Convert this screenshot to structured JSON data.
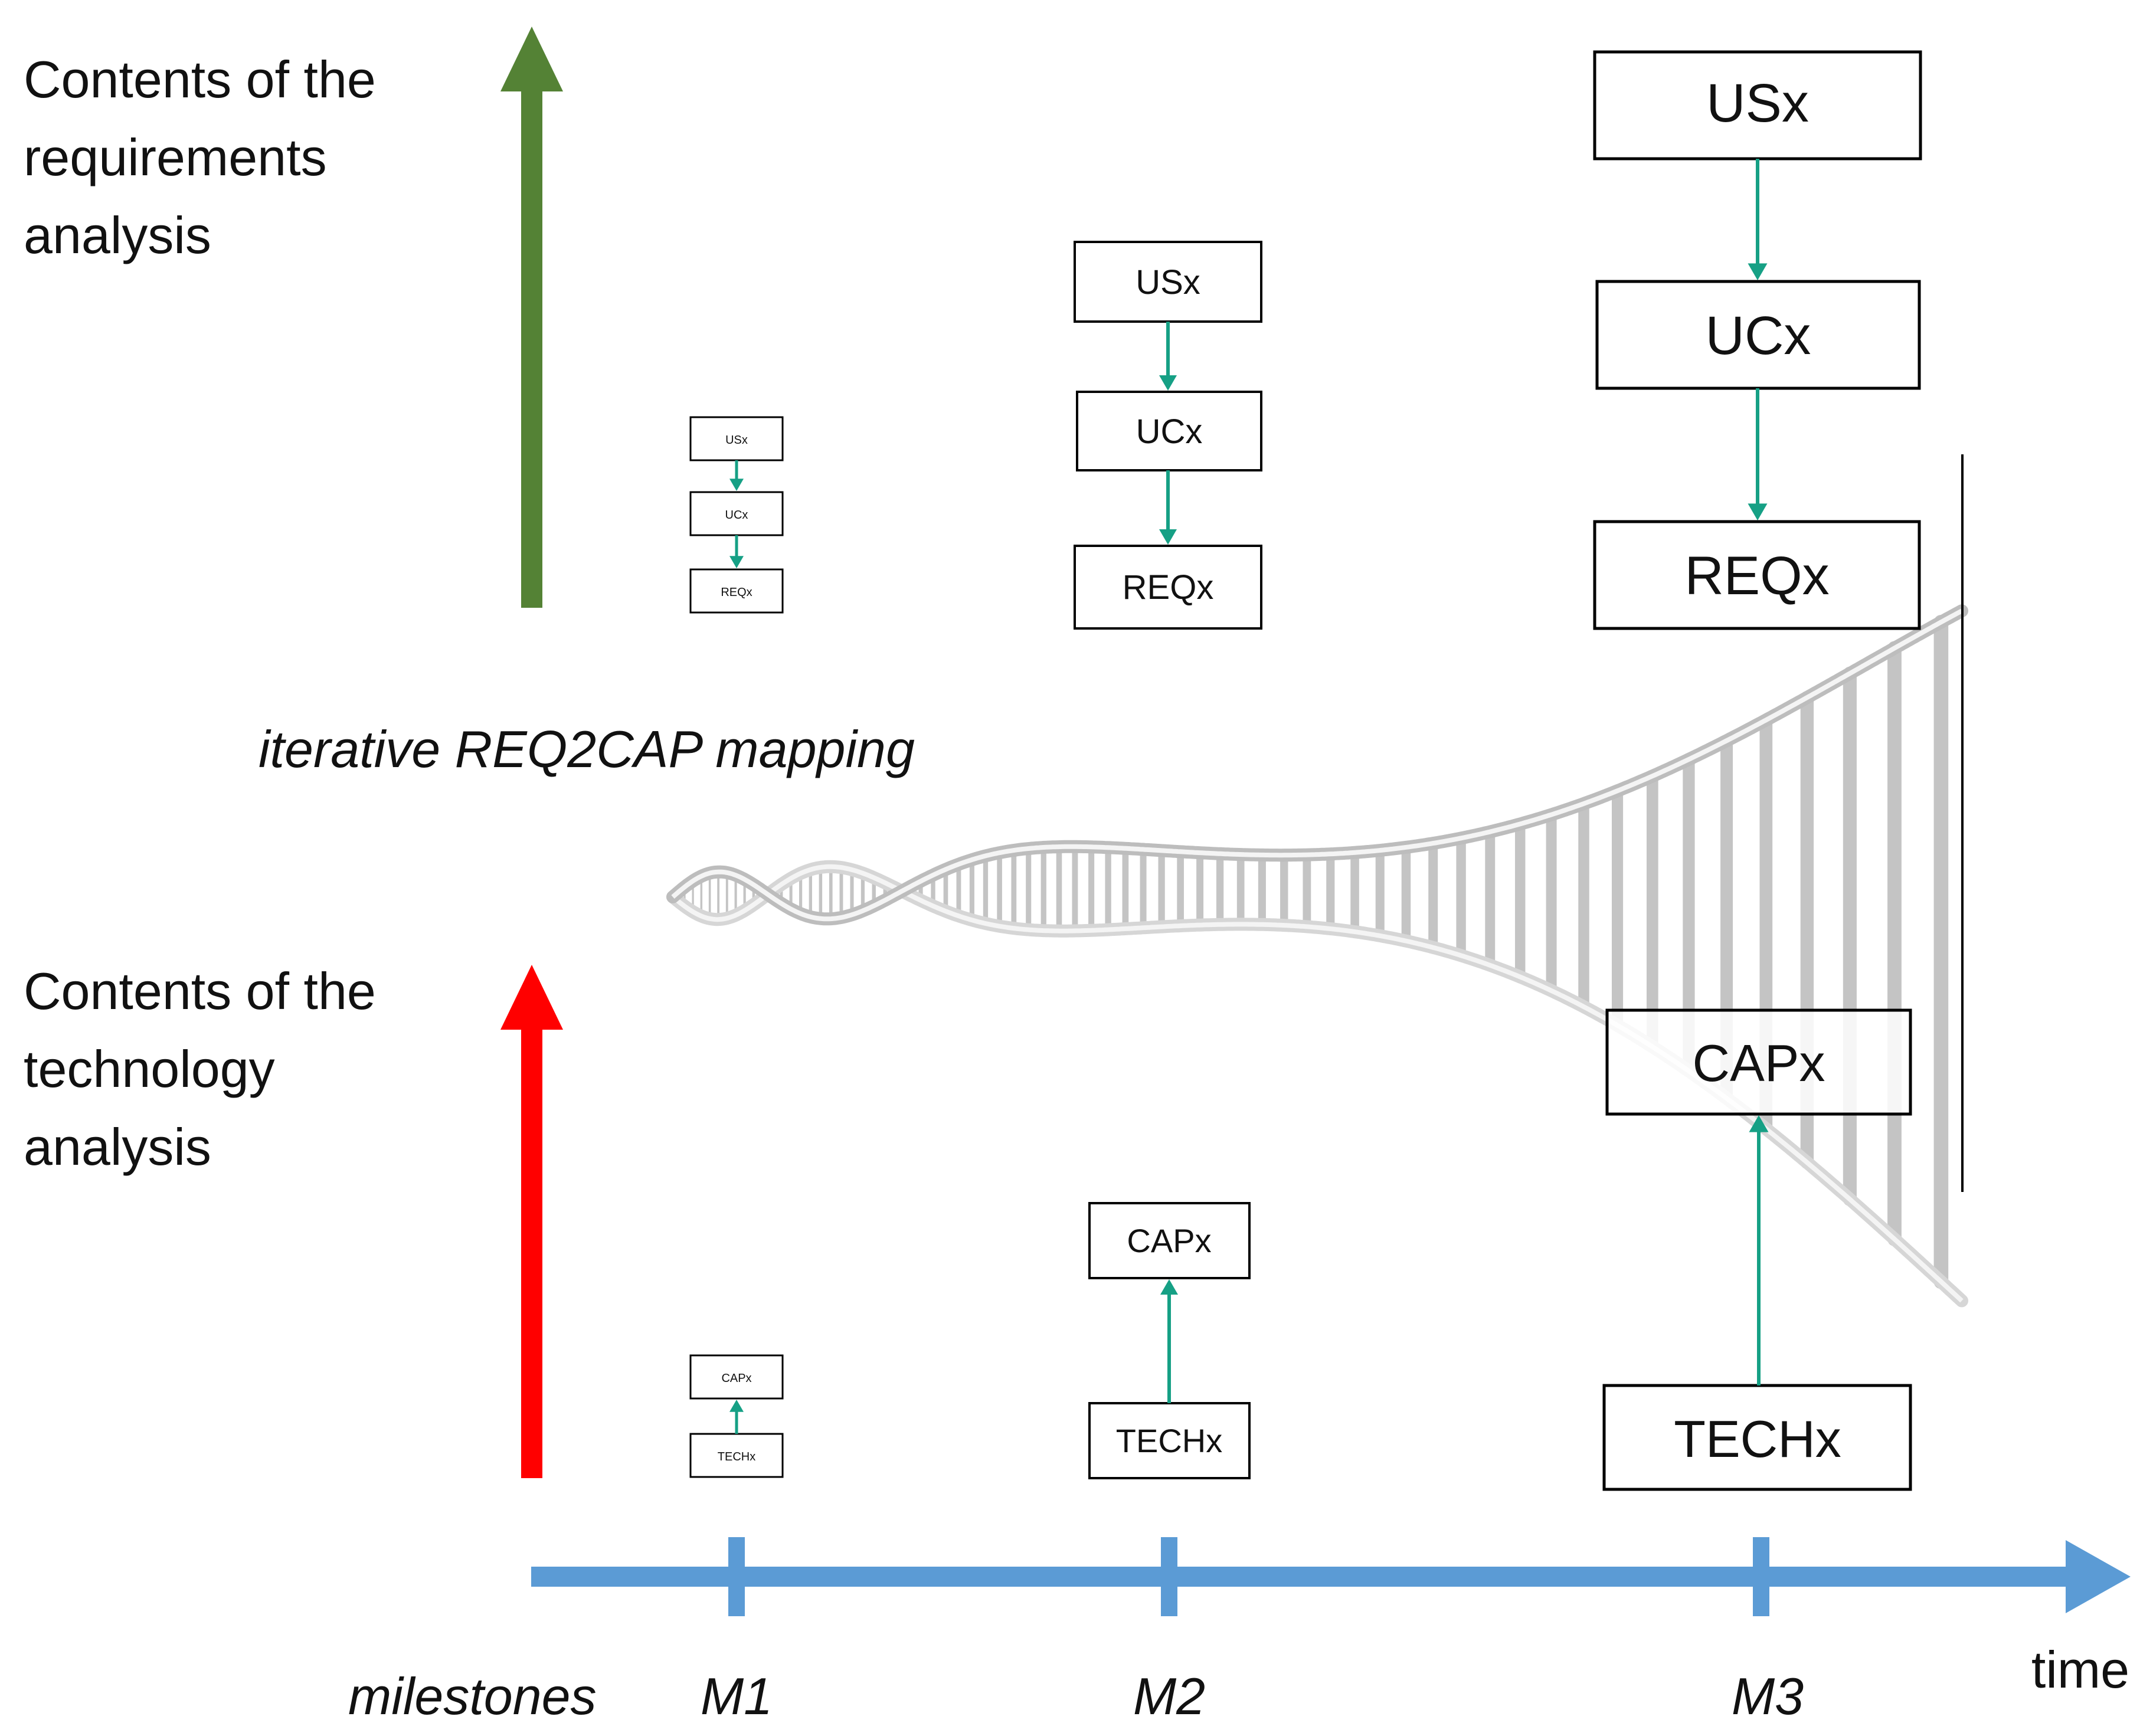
{
  "labels": {
    "req_heading": [
      "Contents of the",
      "requirements",
      "analysis"
    ],
    "tech_heading": [
      "Contents of the",
      "technology",
      "analysis"
    ],
    "mapping": "iterative REQ2CAP mapping",
    "milestones": "milestones",
    "time": "time"
  },
  "milestones": [
    {
      "label": "M1"
    },
    {
      "label": "M2"
    },
    {
      "label": "M3"
    }
  ],
  "boxes": {
    "m1": {
      "us": "USx",
      "uc": "UCx",
      "req": "REQx",
      "cap": "CAPx",
      "tech": "TECHx"
    },
    "m2": {
      "us": "USx",
      "uc": "UCx",
      "req": "REQx",
      "cap": "CAPx",
      "tech": "TECHx"
    },
    "m3": {
      "us": "USx",
      "uc": "UCx",
      "req": "REQx",
      "cap": "CAPx",
      "tech": "TECHx"
    }
  },
  "colors": {
    "req_arrow": "#548235",
    "tech_arrow": "#ff0000",
    "timeline": "#5b9bd5",
    "connector": "#16a085",
    "box_border": "#000000",
    "dna": "#c8c8c8"
  },
  "icons": {
    "dna_helix": "dna-helix-icon"
  }
}
